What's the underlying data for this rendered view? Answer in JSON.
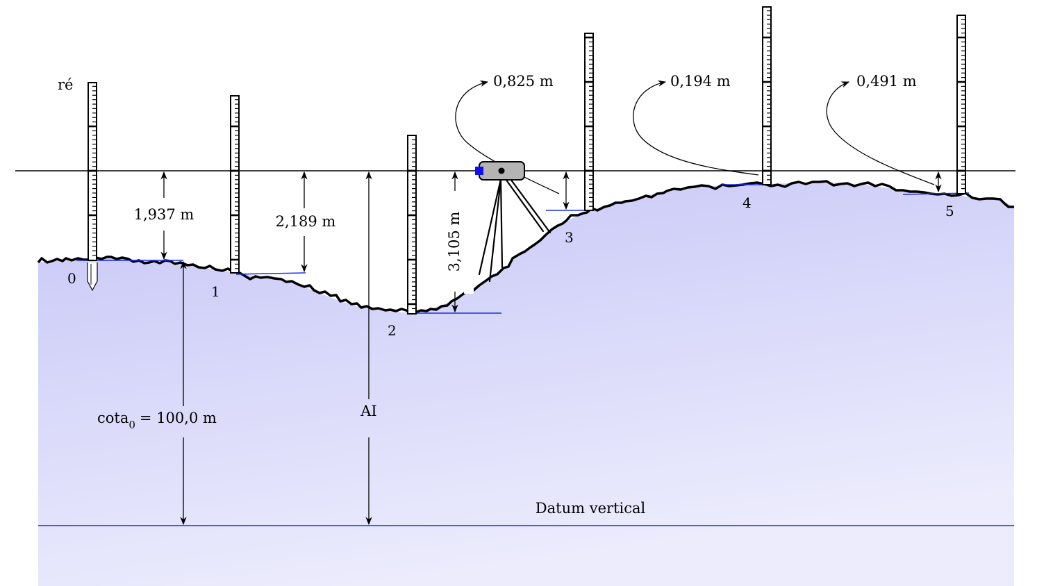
{
  "labels": {
    "re": "ré",
    "reading_0": "1,937 m",
    "reading_1": "2,189 m",
    "reading_2": "3,105 m",
    "reading_3": "0,825 m",
    "reading_4": "0,194 m",
    "reading_5": "0,491 m",
    "ai": "AI",
    "datum": "Datum vertical",
    "cota_main": "cota",
    "cota_sub": "0",
    "cota_value": "= 100,0 m"
  },
  "points": [
    "0",
    "1",
    "2",
    "3",
    "4",
    "5"
  ],
  "colors": {
    "ground_fill": "#c8c8f8",
    "ground_fill_light": "#ececfd",
    "blue_line": "#1a2be0",
    "instrument_body": "#b4b4b4",
    "instrument_lens": "#1010ee"
  },
  "icons": {
    "instrument": "level-instrument-icon",
    "rod": "leveling-rod-icon"
  }
}
